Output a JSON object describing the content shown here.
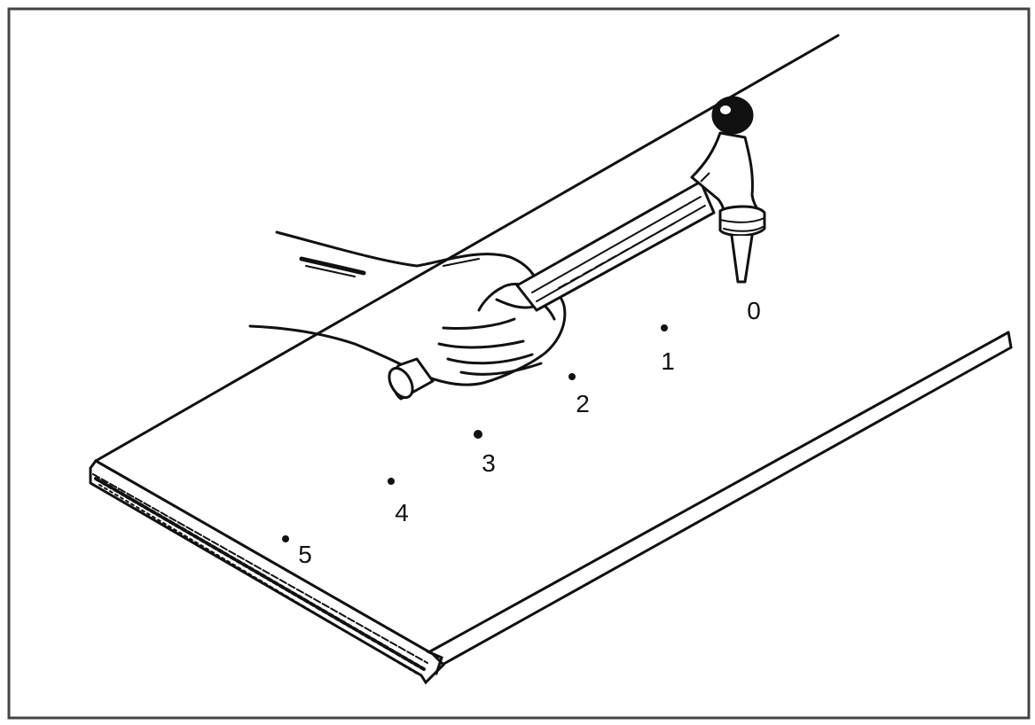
{
  "figure": {
    "colors": {
      "ink": "#111111",
      "paper": "#ffffff",
      "frame": "#444444"
    },
    "markers": [
      {
        "label": "0"
      },
      {
        "label": "1"
      },
      {
        "label": "2"
      },
      {
        "label": "3"
      },
      {
        "label": "4"
      },
      {
        "label": "5"
      }
    ]
  }
}
